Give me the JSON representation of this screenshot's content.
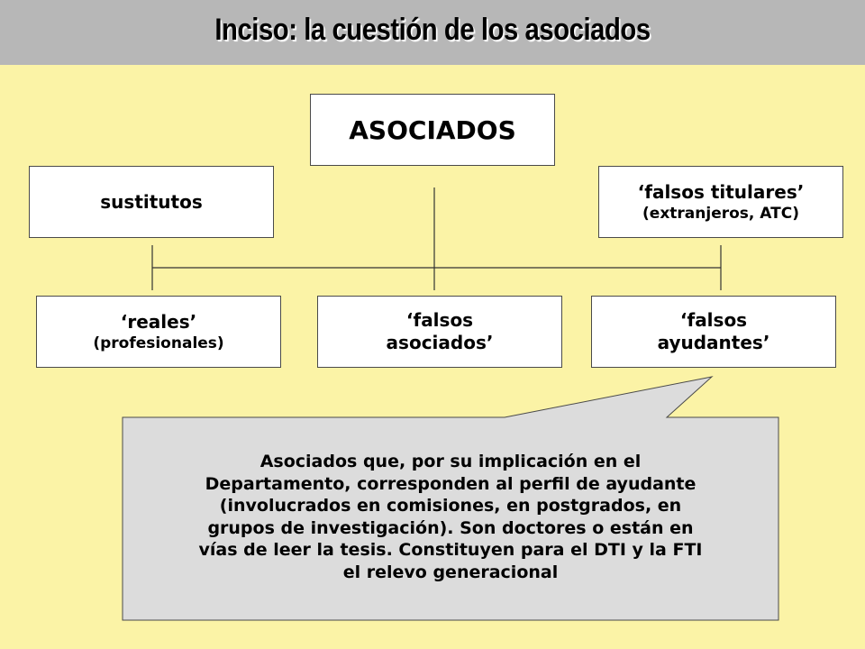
{
  "header": {
    "title": "Inciso: la cuestión de los asociados"
  },
  "diagram": {
    "root": {
      "label": "ASOCIADOS"
    },
    "top_left": {
      "label": "sustitutos"
    },
    "top_right": {
      "label": "‘falsos titulares’",
      "sublabel": "(extranjeros, ATC)"
    },
    "bottom_left": {
      "label": "‘reales’",
      "sublabel": "(profesionales)"
    },
    "bottom_center": {
      "line1": "‘falsos",
      "line2": "asociados’"
    },
    "bottom_right": {
      "line1": "‘falsos",
      "line2": "ayudantes’"
    }
  },
  "callout": {
    "lines": [
      "Asociados que, por su implicación en el",
      "Departamento, corresponden al perfil de ayudante",
      "(involucrados en comisiones, en postgrados, en",
      "grupos de investigación). Son doctores o están en",
      "vías de leer la tesis. Constituyen para el DTI y la FTI",
      "el relevo generacional"
    ]
  },
  "colors": {
    "background": "#fbf3a6",
    "title_bar": "#b7b7b7",
    "box_fill": "#ffffff",
    "callout_fill": "#dcdcdc"
  }
}
